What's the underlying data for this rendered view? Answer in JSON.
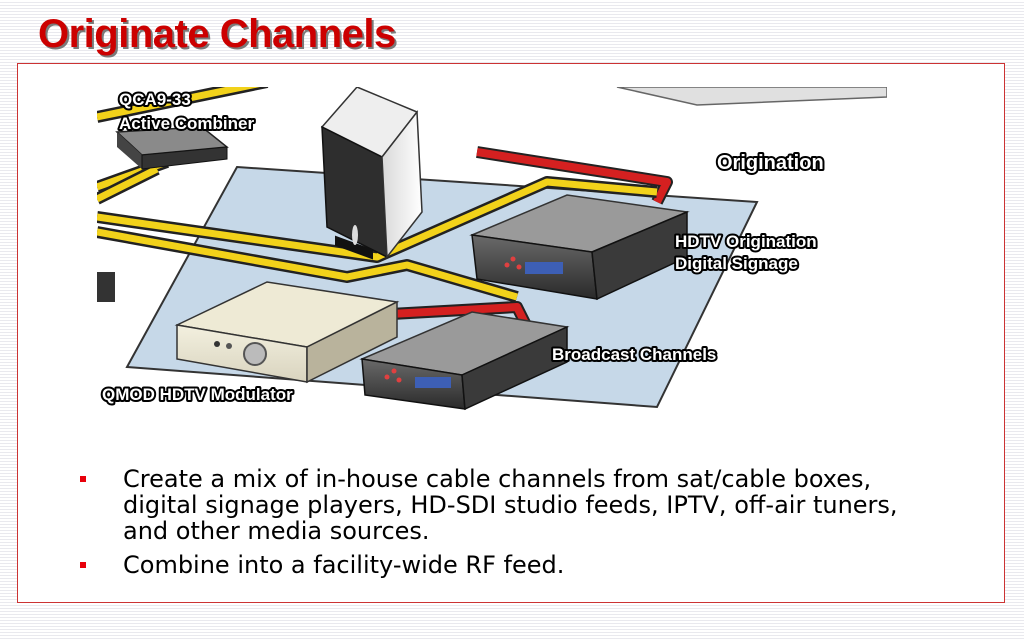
{
  "slide": {
    "title": "Originate Channels",
    "bullets": [
      "Create a mix of in-house cable channels from sat/cable boxes, digital signage players, HD-SDI studio feeds, IPTV, off-air tuners, and other media sources.",
      "Combine into a facility-wide RF feed."
    ]
  },
  "illustration": {
    "labels": {
      "combiner_line1": "QCA9-33",
      "combiner_line2": "Active Combiner",
      "origination": "Origination",
      "hdtv_line1": "HDTV Origination",
      "hdtv_line2": "Digital Signage",
      "broadcast": "Broadcast Channels",
      "modulator": "QMOD HDTV Modulator"
    }
  },
  "colors": {
    "title": "#cc0000",
    "bullet": "#e8000b",
    "frame_border": "#cc3333",
    "platform": "#c6d8e8",
    "cable_yellow": "#f2d21a",
    "cable_red": "#d42020"
  }
}
